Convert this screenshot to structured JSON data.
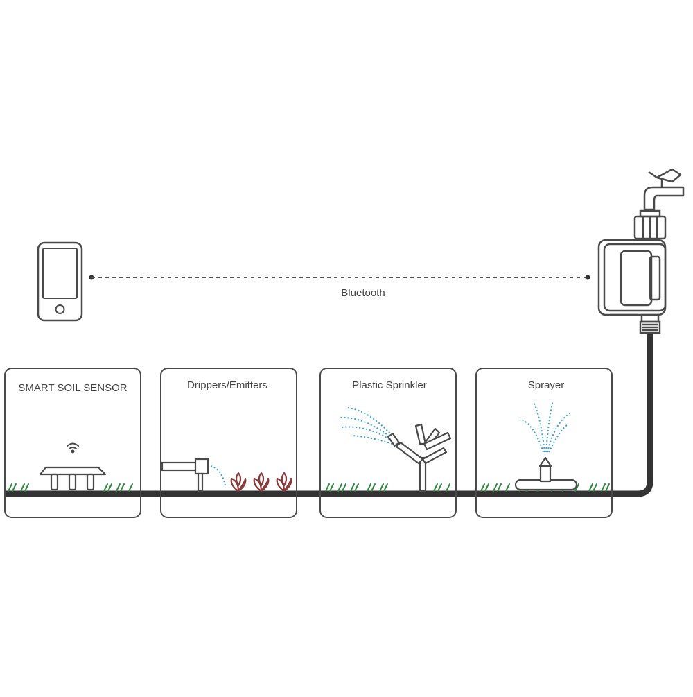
{
  "connection": {
    "label": "Bluetooth"
  },
  "panels": [
    {
      "label": "SMART SOIL SENSOR"
    },
    {
      "label": "Drippers/Emitters"
    },
    {
      "label": "Plastic Sprinkler"
    },
    {
      "label": "Sprayer"
    }
  ],
  "colors": {
    "outline": "#4a4a4a",
    "hose": "#333333",
    "grass": "#2e8b3e",
    "water": "#3aa0d8",
    "plant": "#8b3a3a"
  }
}
